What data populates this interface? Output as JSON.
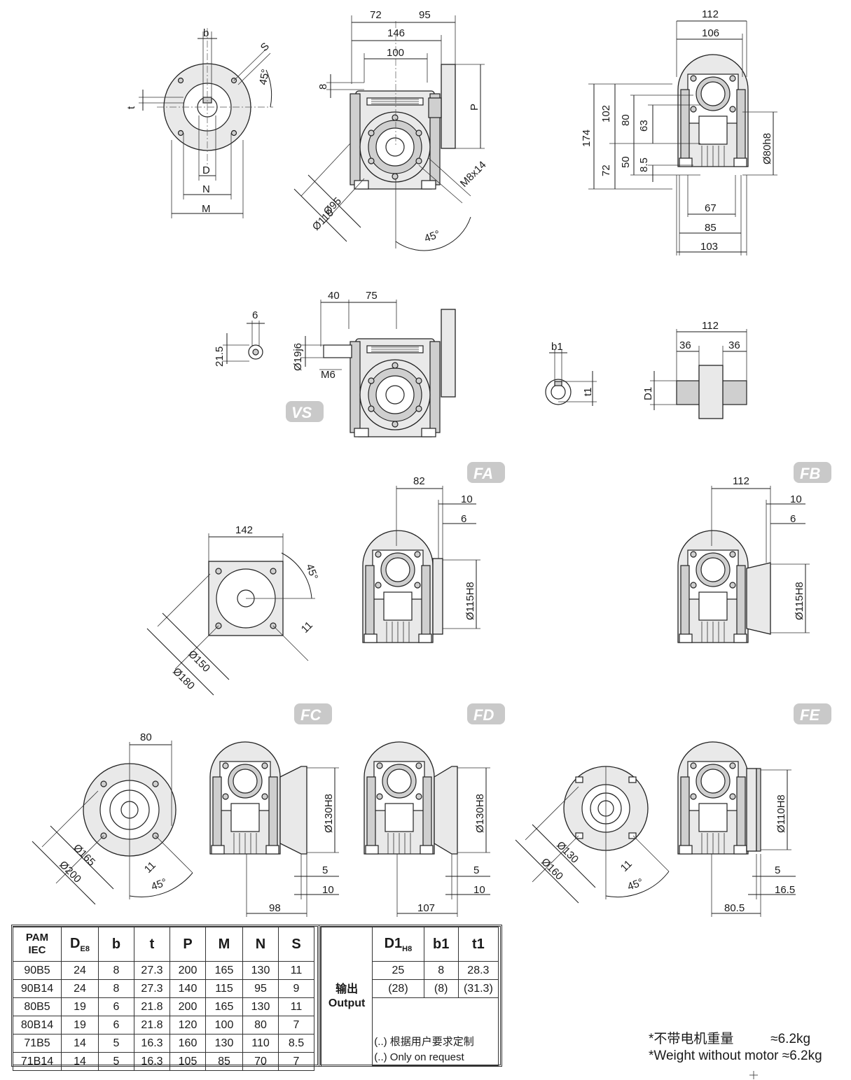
{
  "view_badges": {
    "vs": "VS",
    "fa": "FA",
    "fb": "FB",
    "fc": "FC",
    "fd": "FD",
    "fe": "FE"
  },
  "dims": {
    "b": "b",
    "s": "S",
    "deg45": "45°",
    "t": "t",
    "d": "D",
    "n": "N",
    "m": "M",
    "d72": "72",
    "d95": "95",
    "d146": "146",
    "d100": "100",
    "d8": "8",
    "p": "P",
    "m8x14": "M8x14",
    "phi95": "Ø95",
    "phi110": "Ø110",
    "d112": "112",
    "d106": "106",
    "d102": "102",
    "d80": "80",
    "d63": "63",
    "d174": "174",
    "phi80h8": "Ø80h8",
    "d72b": "72",
    "d50": "50",
    "d85b": "8.5",
    "d67": "67",
    "d85": "85",
    "d103": "103",
    "d40": "40",
    "d75": "75",
    "d6": "6",
    "d215": "21.5",
    "phi19j6": "Ø19j6",
    "m6": "M6",
    "b1": "b1",
    "t1": "t1",
    "d1": "D1",
    "d112b": "112",
    "d36a": "36",
    "d36b": "36",
    "d142": "142",
    "phi150": "Ø150",
    "phi180": "Ø180",
    "d11a": "11",
    "d82": "82",
    "d10a": "10",
    "d6a": "6",
    "phi115h8a": "Ø115H8",
    "d112c": "112",
    "d10b": "10",
    "d6b": "6",
    "phi115h8b": "Ø115H8",
    "d80c": "80",
    "phi165": "Ø165",
    "phi200": "Ø200",
    "d11b": "11",
    "deg45b": "45°",
    "phi130h8a": "Ø130H8",
    "d5a": "5",
    "d10c": "10",
    "d98": "98",
    "phi130h8b": "Ø130H8",
    "d5b": "5",
    "d10d": "10",
    "d107": "107",
    "phi130": "Ø130",
    "phi160": "Ø160",
    "d11c": "11",
    "deg45c": "45°",
    "phi110h8": "Ø110H8",
    "d5c": "5",
    "d165": "16.5",
    "d805": "80.5"
  },
  "table_input": {
    "headers": [
      "PAM IEC",
      "D",
      "b",
      "t",
      "P",
      "M",
      "N",
      "S"
    ],
    "header_pam_line1": "PAM",
    "header_pam_line2": "IEC",
    "header_d_sub": "E8",
    "rows": [
      [
        "90B5",
        "24",
        "8",
        "27.3",
        "200",
        "165",
        "130",
        "11"
      ],
      [
        "90B14",
        "24",
        "8",
        "27.3",
        "140",
        "115",
        "95",
        "9"
      ],
      [
        "80B5",
        "19",
        "6",
        "21.8",
        "200",
        "165",
        "130",
        "11"
      ],
      [
        "80B14",
        "19",
        "6",
        "21.8",
        "120",
        "100",
        "80",
        "7"
      ],
      [
        "71B5",
        "14",
        "5",
        "16.3",
        "160",
        "130",
        "110",
        "8.5"
      ],
      [
        "71B14",
        "14",
        "5",
        "16.3",
        "105",
        "85",
        "70",
        "7"
      ]
    ]
  },
  "table_output": {
    "label_cn": "输出",
    "label_en": "Output",
    "headers": [
      "D1",
      "b1",
      "t1"
    ],
    "header_d1_sub": "H8",
    "rows": [
      [
        "25",
        "8",
        "28.3"
      ],
      [
        "(28)",
        "(8)",
        "(31.3)"
      ]
    ],
    "note_cn": "(..) 根据用户要求定制",
    "note_en": "(..) Only on request"
  },
  "weight": {
    "line_cn": "*不带电机重量          ≈6.2kg",
    "line_en": "*Weight without motor ≈6.2kg"
  }
}
